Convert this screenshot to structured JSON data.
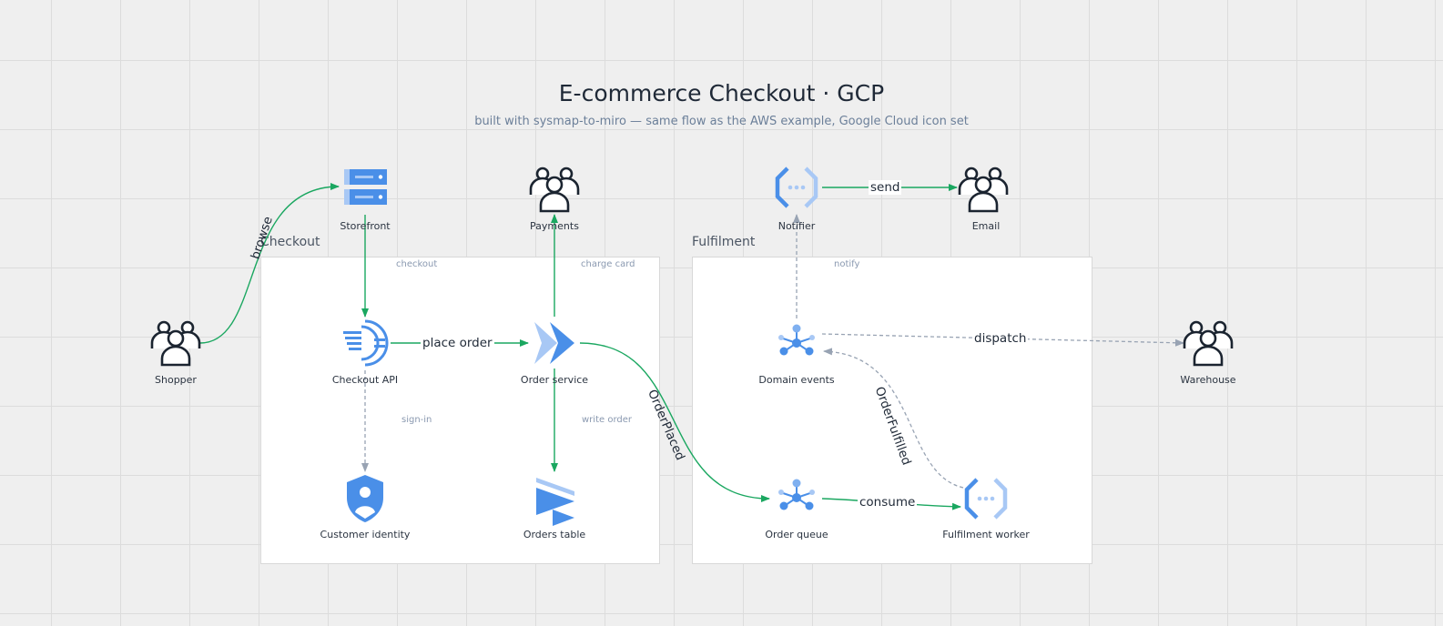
{
  "title": "E-commerce Checkout · GCP",
  "subtitle": "built with sysmap-to-miro — same flow as the AWS example, Google Cloud icon set",
  "groups": {
    "checkout": "Checkout",
    "fulfilment": "Fulfilment"
  },
  "zone_labels": {
    "checkout": "checkout",
    "charge_card": "charge card",
    "sign_in": "sign-in",
    "write_order": "write order",
    "notify": "notify"
  },
  "nodes": {
    "shopper": "Shopper",
    "storefront": "Storefront",
    "payments": "Payments",
    "notifier": "Notifier",
    "email": "Email",
    "checkout_api": "Checkout API",
    "order_service": "Order service",
    "domain_events": "Domain events",
    "warehouse": "Warehouse",
    "customer_identity": "Customer identity",
    "orders_table": "Orders table",
    "order_queue": "Order queue",
    "fulfilment_worker": "Fulfilment worker"
  },
  "edges": {
    "browse": "browse",
    "place_order": "place order",
    "send": "send",
    "dispatch": "dispatch",
    "order_placed": "OrderPlaced",
    "order_fulfilled": "OrderFulfilled",
    "consume": "consume"
  },
  "colors": {
    "solid_edge": "#1aa760",
    "dashed_edge": "#98a3b3",
    "gcp_blue": "#4a8fe8",
    "gcp_light": "#a8c8f5",
    "person": "#1b2430"
  },
  "icons": {
    "shopper": "users-icon",
    "storefront": "compute-engine-icon",
    "payments": "users-icon",
    "notifier": "cloud-functions-icon",
    "email": "users-icon",
    "checkout_api": "api-gateway-icon",
    "order_service": "cloud-run-icon",
    "domain_events": "pubsub-icon",
    "warehouse": "users-icon",
    "customer_identity": "identity-platform-icon",
    "orders_table": "firestore-icon",
    "order_queue": "pubsub-icon",
    "fulfilment_worker": "cloud-functions-icon"
  }
}
